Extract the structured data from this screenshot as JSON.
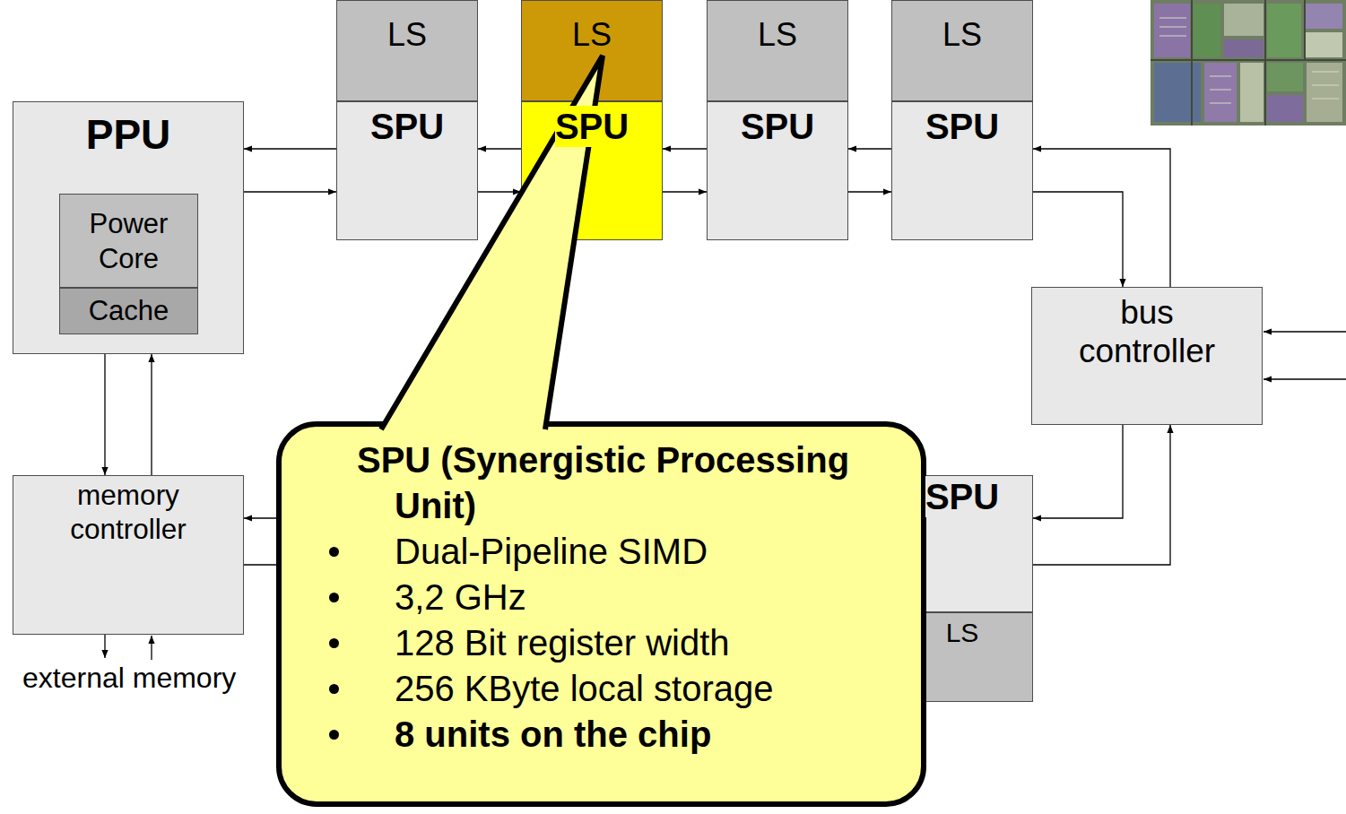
{
  "diagram": {
    "nodes": [
      {
        "text": [
          "PPU"
        ]
      },
      {
        "text": [
          "Power Core"
        ],
        "in": 0
      },
      {
        "text": [
          "Cache"
        ],
        "in": 0
      },
      {
        "text": [
          "LS"
        ]
      },
      {
        "text": [
          "SPU"
        ]
      },
      {
        "text": [
          "LS"
        ]
      },
      {
        "text": [
          "SPU"
        ]
      },
      {
        "text": [
          "LS"
        ]
      },
      {
        "text": [
          "SPU"
        ]
      },
      {
        "text": [
          "LS"
        ]
      },
      {
        "text": [
          "SPU"
        ]
      },
      {
        "text": [
          "bus controller"
        ]
      },
      {
        "text": [
          "memory controller"
        ]
      },
      {
        "text": [
          "SPU"
        ]
      },
      {
        "text": [
          "LS"
        ]
      },
      {
        "text": [
          "SPU (Synergistic Processing Unit)",
          "Dual-Pipeline SIMD",
          "3,2 GHz",
          "128 Bit register width",
          "256 KByte local storage",
          "8 units on the chip"
        ]
      }
    ],
    "edges": [
      {
        "from": 4,
        "to": 0,
        "arrow": "to"
      },
      {
        "from": 0,
        "to": 4,
        "arrow": "to"
      },
      {
        "from": 6,
        "to": 4,
        "arrow": "to"
      },
      {
        "from": 4,
        "to": 6,
        "arrow": "to"
      },
      {
        "from": 8,
        "to": 6,
        "arrow": "to"
      },
      {
        "from": 6,
        "to": 8,
        "arrow": "to"
      },
      {
        "from": 10,
        "to": 8,
        "arrow": "to"
      },
      {
        "from": 8,
        "to": 10,
        "arrow": "to"
      },
      {
        "from": 11,
        "to": 10,
        "arrow": "to"
      },
      {
        "from": 10,
        "to": 11,
        "arrow": "to"
      },
      {
        "from": 11,
        "to": 13,
        "arrow": "to"
      },
      {
        "from": 13,
        "to": 11,
        "arrow": "to"
      },
      {
        "from": 0,
        "to": 12,
        "arrow": "to"
      },
      {
        "from": 12,
        "to": 0,
        "arrow": "to"
      },
      {
        "from": 13,
        "to": 12,
        "arrow": "to"
      },
      {
        "from": 12,
        "to": 13,
        "arrow": "to"
      }
    ],
    "labels": [
      "external memory"
    ]
  }
}
